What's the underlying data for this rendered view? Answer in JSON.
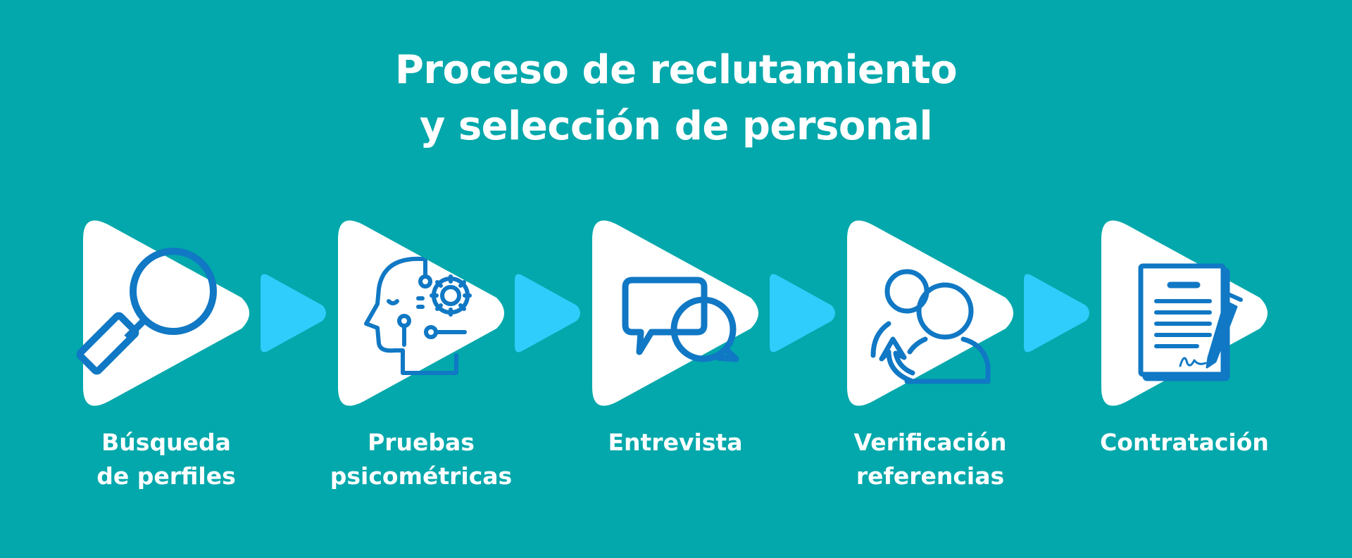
{
  "title": {
    "line1": "Proceso de reclutamiento",
    "line2": "y selección de personal"
  },
  "colors": {
    "background": "#02a8ab",
    "tile": "#ffffff",
    "connector": "#2ecdfc",
    "icon": "#1078c4",
    "text": "#ffffff"
  },
  "steps": [
    {
      "icon": "magnifier-icon",
      "label_line1": "Búsqueda",
      "label_line2": "de perfiles"
    },
    {
      "icon": "head-gear-icon",
      "label_line1": "Pruebas",
      "label_line2": "psicométricas"
    },
    {
      "icon": "speech-bubbles-icon",
      "label_line1": "Entrevista",
      "label_line2": ""
    },
    {
      "icon": "people-refresh-icon",
      "label_line1": "Verificación",
      "label_line2": "referencias"
    },
    {
      "icon": "signed-contract-icon",
      "label_line1": "Contratación",
      "label_line2": ""
    }
  ]
}
